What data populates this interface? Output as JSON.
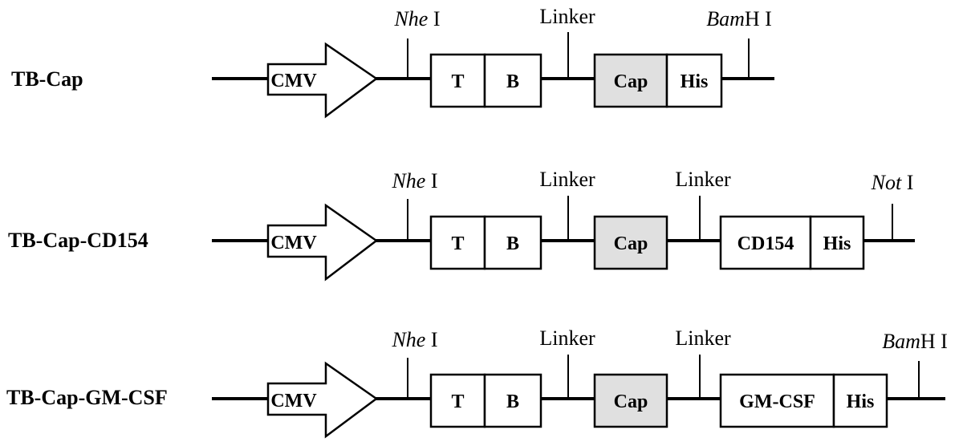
{
  "colors": {
    "stroke": "#000000",
    "box_fill": "#ffffff",
    "cap_fill": "#e0e0e0"
  },
  "constructs": [
    {
      "name": "TB-Cap",
      "promoter": "CMV",
      "modules": [
        "T",
        "B",
        "Cap",
        "His"
      ],
      "sites": [
        {
          "pre": "",
          "italic": "Nhe",
          "post": " I"
        },
        {
          "pre": "Linker",
          "italic": "",
          "post": ""
        },
        {
          "pre": "",
          "italic": "Bam",
          "post": "H I"
        }
      ]
    },
    {
      "name": "TB-Cap-CD154",
      "promoter": "CMV",
      "modules": [
        "T",
        "B",
        "Cap",
        "CD154",
        "His"
      ],
      "sites": [
        {
          "pre": "",
          "italic": "Nhe",
          "post": " I"
        },
        {
          "pre": "Linker",
          "italic": "",
          "post": ""
        },
        {
          "pre": "Linker",
          "italic": "",
          "post": ""
        },
        {
          "pre": "",
          "italic": "Not",
          "post": " I"
        }
      ]
    },
    {
      "name": "TB-Cap-GM-CSF",
      "promoter": "CMV",
      "modules": [
        "T",
        "B",
        "Cap",
        "GM-CSF",
        "His"
      ],
      "sites": [
        {
          "pre": "",
          "italic": "Nhe",
          "post": " I"
        },
        {
          "pre": "Linker",
          "italic": "",
          "post": ""
        },
        {
          "pre": "Linker",
          "italic": "",
          "post": ""
        },
        {
          "pre": "",
          "italic": "Bam",
          "post": "H I"
        }
      ]
    }
  ]
}
